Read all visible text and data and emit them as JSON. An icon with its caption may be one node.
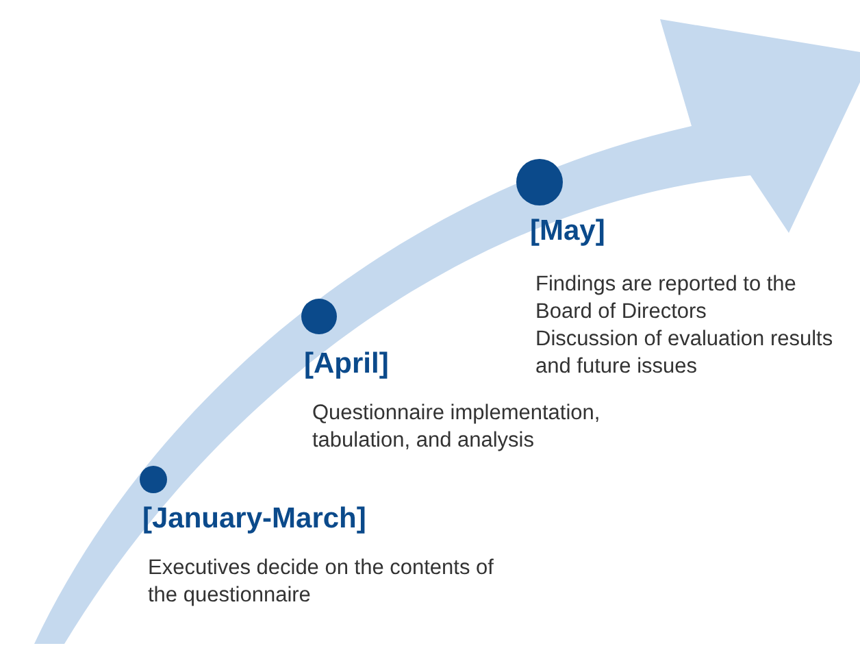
{
  "diagram": {
    "nodes": [
      {
        "text": [],
        "shape": "circle",
        "beside": [
          "[January-March]",
          "Executives decide on the contents of the questionnaire"
        ]
      },
      {
        "text": [],
        "shape": "circle",
        "beside": [
          "[April]",
          "Questionnaire implementation, tabulation, and analysis"
        ]
      },
      {
        "text": [],
        "shape": "circle",
        "beside": [
          "[May]",
          "Findings are reported to the Board of Directors",
          "Discussion of evaluation results and future issues"
        ]
      }
    ]
  }
}
